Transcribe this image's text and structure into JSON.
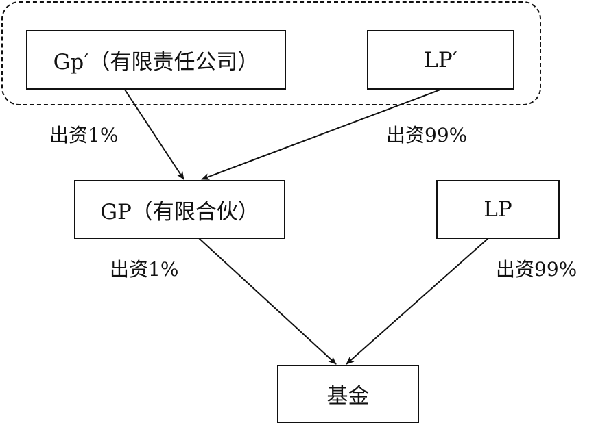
{
  "nodes": {
    "gp_prime": "Gp′（有限责任公司）",
    "lp_prime": "LP′",
    "gp": "GP（有限合伙）",
    "lp": "LP",
    "fund": "基金"
  },
  "edges": {
    "gp_prime_to_gp": "出资1%",
    "lp_prime_to_gp": "出资99%",
    "gp_to_fund": "出资1%",
    "lp_to_fund": "出资99%"
  }
}
